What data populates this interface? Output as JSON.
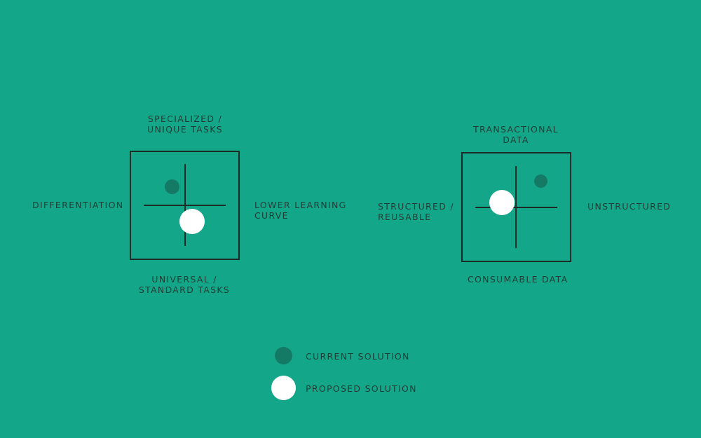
{
  "diagram_left": {
    "top_label_line1": "SPECIALIZED /",
    "top_label_line2": "UNIQUE TASKS",
    "bottom_label_line1": "UNIVERSAL /",
    "bottom_label_line2": "STANDARD TASKS",
    "left_label": "DIFFERENTIATION",
    "right_label_line1": "LOWER LEARNING",
    "right_label_line2": "CURVE"
  },
  "diagram_right": {
    "top_label_line1": "TRANSACTIONAL",
    "top_label_line2": "DATA",
    "bottom_label": "CONSUMABLE DATA",
    "left_label_line1": "STRUCTURED /",
    "left_label_line2": "REUSABLE",
    "right_label": "UNSTRUCTURED"
  },
  "legend": {
    "current_label": "CURRENT SOLUTION",
    "proposed_label": "PROPOSED SOLUTION"
  },
  "colors": {
    "background": "#14a689",
    "current_dot": "#157a65",
    "proposed_dot": "#ffffff",
    "lines": "#1b2b27"
  }
}
